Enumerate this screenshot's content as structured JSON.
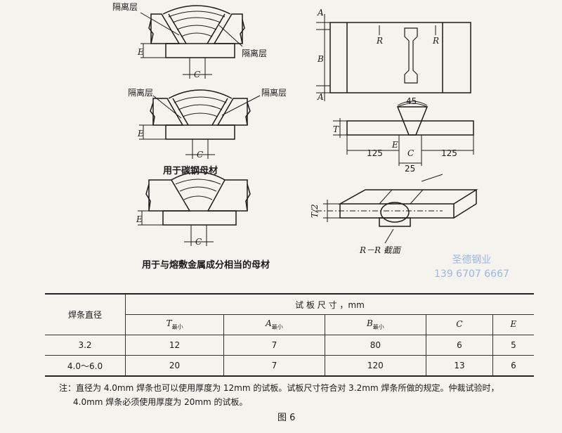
{
  "figure": {
    "labels": {
      "isolation_layer": "隔离层",
      "e": "E",
      "c": "C",
      "a": "A",
      "b": "B",
      "r": "R",
      "t": "T",
      "t_half": "T/2",
      "e1": "E",
      "dim_45": "45",
      "dim_125_left": "125",
      "dim_125_right": "125",
      "dim_25": "25",
      "section_rr": "R－R 截面"
    },
    "captions": {
      "carbon_steel": "用于碳钢母材",
      "matching_metal": "用于与熔敷金属成分相当的母材"
    },
    "watermark": {
      "line1": "圣德钢业",
      "line2": "139 6707 6667"
    }
  },
  "table": {
    "row_header": "焊条直径",
    "group_header": "试 板 尺 寸 ，mm",
    "columns": [
      {
        "sym": "T",
        "sub": "最小"
      },
      {
        "sym": "A",
        "sub": "最小"
      },
      {
        "sym": "B",
        "sub": "最小"
      },
      {
        "sym": "C",
        "sub": ""
      },
      {
        "sym": "E",
        "sub": ""
      }
    ],
    "rows": [
      {
        "diameter": "3.2",
        "values": [
          "12",
          "7",
          "80",
          "6",
          "5"
        ]
      },
      {
        "diameter": "4.0～6.0",
        "values": [
          "20",
          "7",
          "120",
          "13",
          "6"
        ]
      }
    ]
  },
  "note": {
    "line1": "注：直径为 4.0mm 焊条也可以使用厚度为 12mm 的试板。试板尺寸符合对 3.2mm 焊条所做的规定。仲裁试验时，",
    "line2": "4.0mm 焊条必须使用厚度为 20mm 的试板。"
  },
  "figure_number": "图 6"
}
